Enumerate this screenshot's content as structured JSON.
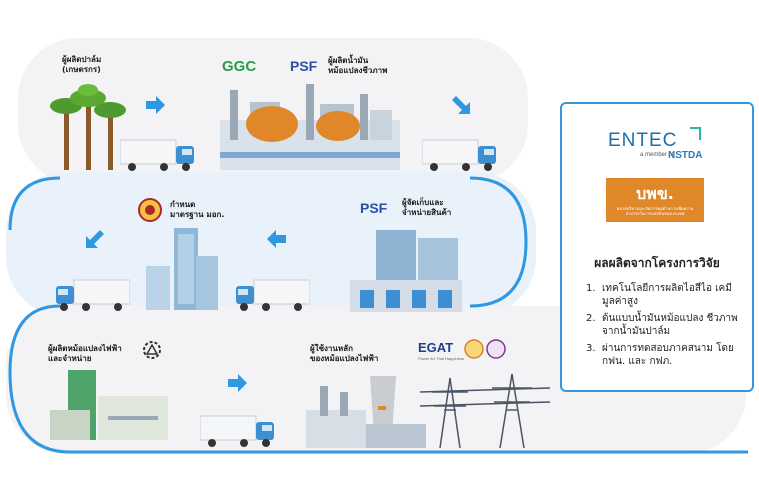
{
  "row1": {
    "label_farmer": "ผู้ผลิตปาล์ม\n(เกษตรกร)",
    "label_producer": "ผู้ผลิตน้ำมัน\nหม้อแปลงชีวภาพ",
    "logo_ggc": "GGC",
    "logo_psf": "PSF"
  },
  "row2": {
    "label_standard": "กำหนด\nมาตรฐาน มอก.",
    "label_distributor": "ผู้จัดเก็บและ\nจำหน่ายสินค้า",
    "logo_psf": "PSF"
  },
  "row3": {
    "label_manufacturer": "ผู้ผลิตหม้อแปลงไฟฟ้า\nและจำหน่าย",
    "label_user": "ผู้ใช้งานหลัก\nของหม้อแปลงไฟฟ้า",
    "logo_egat": "EGAT",
    "logo_egat_sub": "Power for Thai Happiness"
  },
  "panel": {
    "entec": "ENTEC",
    "entec_sub": "a member of",
    "nstda": "NSTDA",
    "bpk": "บพข.",
    "bpk_sub": "หน่วยบริหารและจัดการทุนด้านการเพิ่มความสามารถในการแข่งขันของประเทศ",
    "title": "ผลผลิตจากโครงการวิจัย",
    "items": [
      {
        "num": "1.",
        "text": "เทคโนโลยีการผลิตไอสีไอ เคมีมูลค่าสูง"
      },
      {
        "num": "2.",
        "text": "ต้นแบบน้ำมันหม้อแปลง ชีวภาพจากน้ำมันปาล์ม"
      },
      {
        "num": "3.",
        "text": "ผ่านการทดสอบภาคสนาม โดย กฟน. และ กฟภ."
      }
    ]
  },
  "colors": {
    "accent": "#2f98e0",
    "arrow": "#2f98e0",
    "truck_cab": "#3d8fd1",
    "orange": "#e0872a"
  },
  "icons": [
    "right-arrow-icon",
    "down-right-arrow-icon",
    "left-arrow-icon",
    "down-left-arrow-icon",
    "truck-icon",
    "palm-tree-icon",
    "factory-icon",
    "building-icon",
    "warehouse-icon",
    "power-plant-icon",
    "transmission-tower-icon"
  ]
}
